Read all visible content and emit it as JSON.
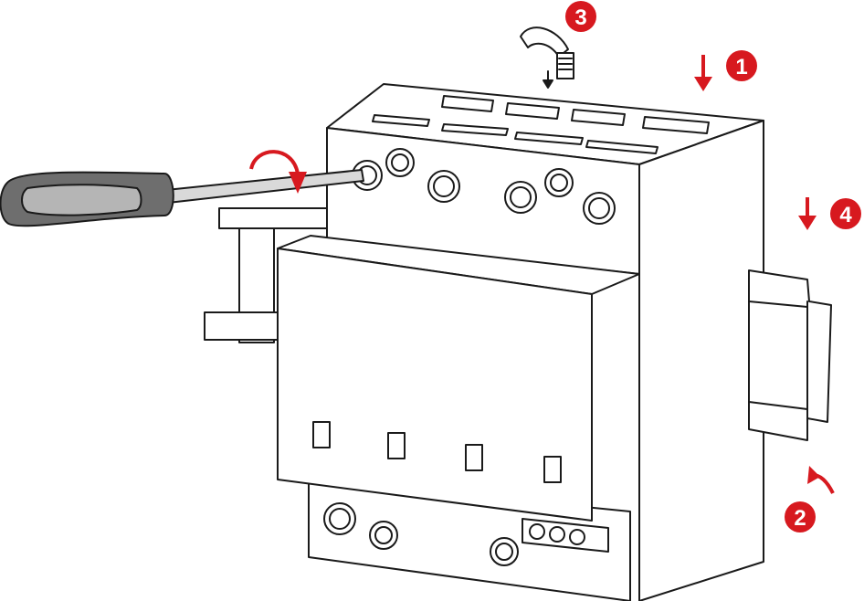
{
  "steps": [
    {
      "number": "1",
      "direction": "down-arrow"
    },
    {
      "number": "2",
      "direction": "curved-up-arrow"
    },
    {
      "number": "3",
      "direction": "down-arrow"
    },
    {
      "number": "4",
      "direction": "down-arrow"
    }
  ],
  "colors": {
    "accent_red": "#d7191f",
    "line": "#1a1a1a",
    "handle_dark": "#6e6e6e",
    "handle_light": "#b5b5b5",
    "shaft": "#d9d9d9"
  },
  "icons": {
    "screwdriver": "screwdriver-icon",
    "rotate": "rotate-arrow-icon",
    "wire": "wire-icon",
    "din_rail": "din-rail-icon"
  }
}
